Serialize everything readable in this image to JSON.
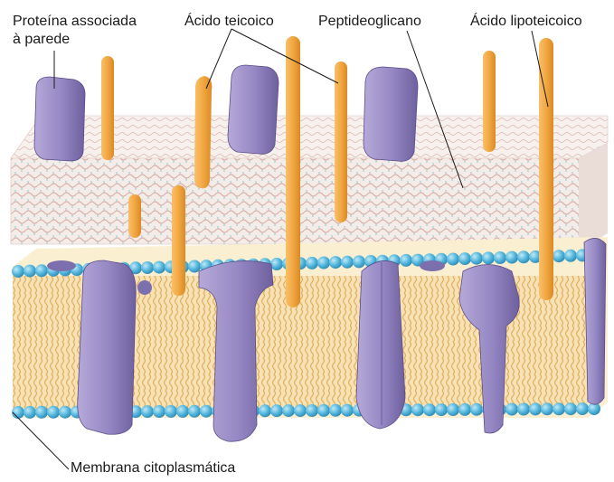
{
  "labels": {
    "wall_protein_line1": "Proteína associada",
    "wall_protein_line2": "à parede",
    "teichoic_acid": "Ácido teicoico",
    "peptidoglycan": "Peptideoglicano",
    "lipoteichoic_acid": "Ácido lipoteicoico",
    "membrane": "Membrana citoplasmática"
  },
  "colors": {
    "protein": "#9d8fc4",
    "protein_dark": "#6e5f9e",
    "teichoic": "#f2a742",
    "lipid_head": "#5bb8dc",
    "bilayer": "#f6dfb0",
    "peptidoglycan": "#f3ebe6"
  }
}
